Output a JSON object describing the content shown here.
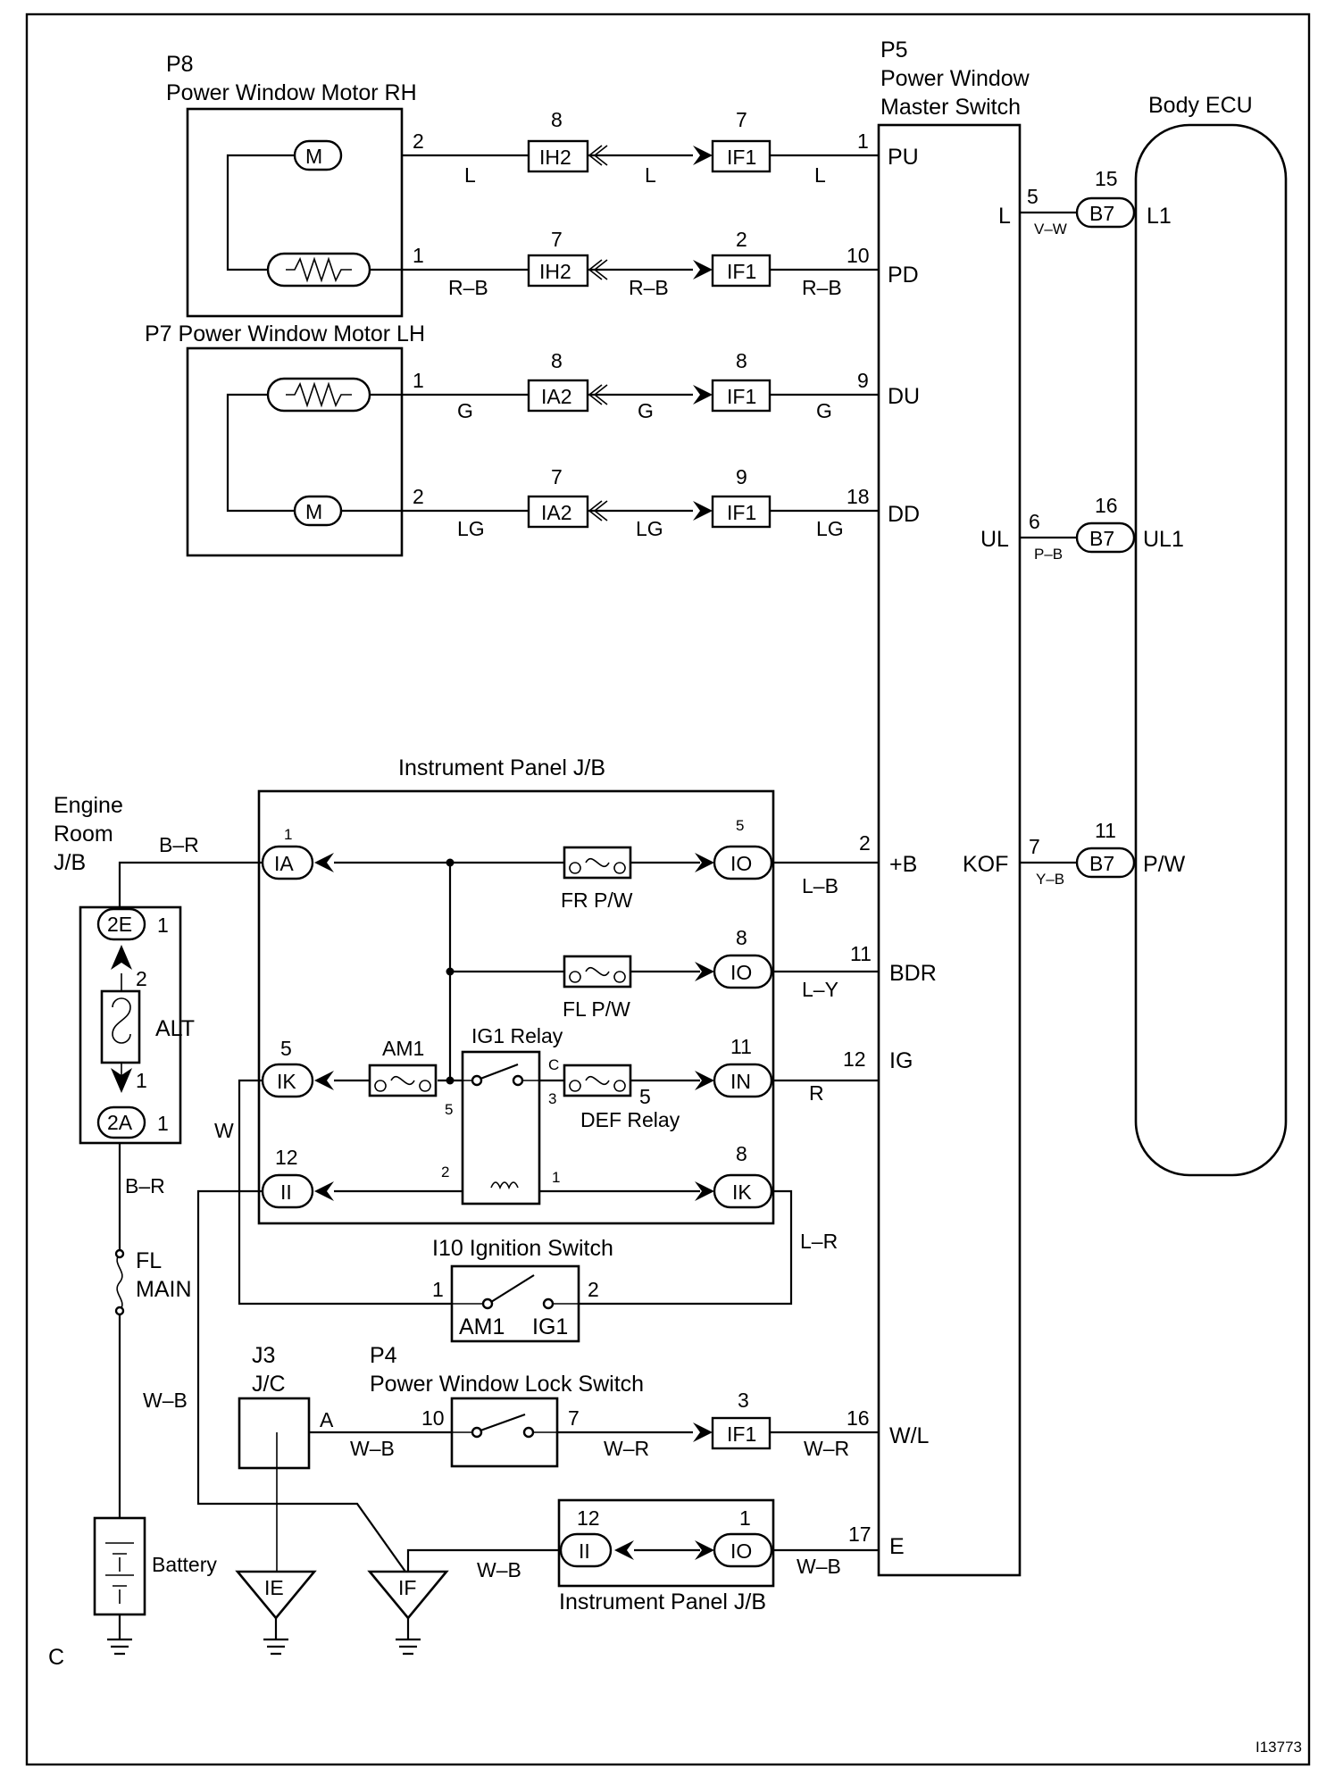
{
  "figure_id": "I13773",
  "corner_letter": "C",
  "components": {
    "rh_motor": {
      "code": "P8",
      "name": "Power Window Motor RH"
    },
    "lh_motor": {
      "label": "P7 Power Window Motor LH"
    },
    "master_switch": {
      "code": "P5",
      "line1": "Power Window",
      "line2": "Master Switch"
    },
    "body_ecu": {
      "name": "Body ECU"
    },
    "instrument_jb": {
      "name": "Instrument Panel J/B"
    },
    "engine_room_jb": {
      "line1": "Engine",
      "line2": "Room",
      "line3": "J/B"
    },
    "ignition_switch": {
      "name": "I10 Ignition Switch",
      "pos1": "AM1",
      "pos2": "IG1"
    },
    "jc": {
      "line1": "J3",
      "line2": "J/C"
    },
    "lock_switch": {
      "code": "P4",
      "name": "Power Window Lock Switch"
    },
    "battery": {
      "name": "Battery"
    },
    "ig1_relay": {
      "name": "IG1 Relay"
    },
    "def_relay": {
      "name": "DEF Relay"
    },
    "alt": {
      "name": "ALT"
    },
    "fl_main": {
      "line1": "FL",
      "line2": "MAIN"
    }
  },
  "motor_symbol": "M",
  "connectors": {
    "ih2": "IH2",
    "if1": "IF1",
    "ia2": "IA2",
    "b7": "B7",
    "ia": "IA",
    "ik": "IK",
    "ii": "II",
    "io": "IO",
    "in": "IN",
    "e2": "2E",
    "a2": "2A",
    "ie": "IE",
    "if": "IF"
  },
  "fuses": {
    "fr_pw": "FR P/W",
    "fl_pw": "FL P/W",
    "am1": "AM1"
  },
  "master_terminals": {
    "pu": "PU",
    "pd": "PD",
    "du": "DU",
    "dd": "DD",
    "plus_b": "+B",
    "bdr": "BDR",
    "ig": "IG",
    "wl": "W/L",
    "e": "E",
    "l": "L",
    "ul": "UL",
    "kof": "KOF"
  },
  "ecu_terminals": {
    "l1": "L1",
    "ul1": "UL1",
    "pw": "P/W"
  },
  "wire_colors": {
    "l": "L",
    "rb": "R–B",
    "g": "G",
    "lg": "LG",
    "lb": "L–B",
    "ly": "L–Y",
    "r": "R",
    "br": "B–R",
    "w": "W",
    "lr": "L–R",
    "wb": "W–B",
    "wr": "W–R",
    "vw": "V–W",
    "pb": "P–B",
    "yb": "Y–B"
  },
  "pins": {
    "p1": "1",
    "p2": "2",
    "p3": "3",
    "p5": "5",
    "p6": "6",
    "p7": "7",
    "p8": "8",
    "p9": "9",
    "p10": "10",
    "p11": "11",
    "p12": "12",
    "p15": "15",
    "p16": "16",
    "p17": "17",
    "p18": "18",
    "pA": "A",
    "pC": "C"
  }
}
